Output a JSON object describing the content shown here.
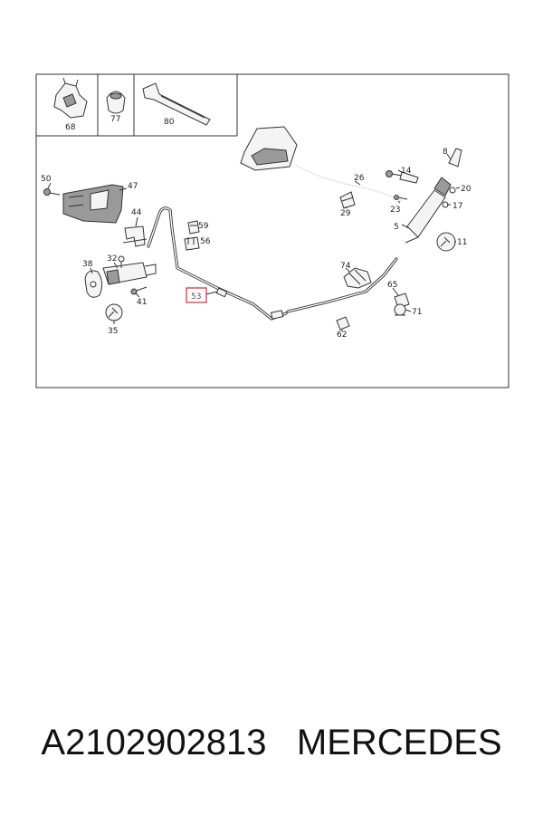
{
  "callouts": {
    "c68": "68",
    "c77": "77",
    "c80": "80",
    "c50": "50",
    "c47": "47",
    "c44": "44",
    "c59": "59",
    "c56": "56",
    "c38": "38",
    "c32": "32",
    "c41": "41",
    "c35": "35",
    "c53": "53",
    "c26": "26",
    "c29": "29",
    "c74": "74",
    "c62": "62",
    "c65": "65",
    "c71": "71",
    "c8": "8",
    "c14": "14",
    "c20": "20",
    "c23": "23",
    "c17": "17",
    "c5": "5",
    "c11": "11"
  },
  "highlight_color": "#d9263a",
  "caption": {
    "part_number": "A2102902813",
    "brand": "MERCEDES"
  }
}
